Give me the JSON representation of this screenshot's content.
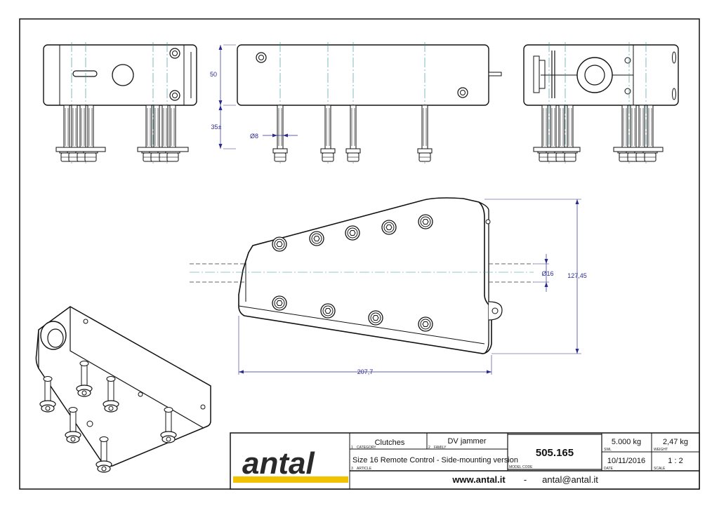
{
  "dimensions": {
    "height_top": "50",
    "bolt_length": "35±",
    "bolt_diameter": "Ø8",
    "rope_diameter": "Ø16",
    "overall_height": "127,45",
    "overall_length": "207,7"
  },
  "title_block": {
    "logo": "antal",
    "category_value": "Clutches",
    "category_label": "CATEGORY",
    "category_num": "1",
    "family_value": "DV jammer",
    "family_label": "FAMILY",
    "family_num": "2",
    "article_value": "Size 16 Remote Control - Side-mounting version",
    "article_label": "ARTICLE",
    "article_num": "3",
    "model_code_value": "505.165",
    "model_code_label": "MODEL CODE",
    "swl_value": "5.000 kg",
    "swl_label": "SWL",
    "weight_value": "2,47 kg",
    "weight_label": "WEIGHT",
    "date_value": "10/11/2016",
    "date_label": "DATE",
    "scale_value": "1 : 2",
    "scale_label": "SCALE",
    "website": "www.antal.it",
    "separator": "-",
    "email": "antal@antal.it"
  },
  "colors": {
    "line": "#111111",
    "centerline": "#2f8f8f",
    "dimension": "#2b2b8f",
    "logo_bar": "#f2c200"
  }
}
